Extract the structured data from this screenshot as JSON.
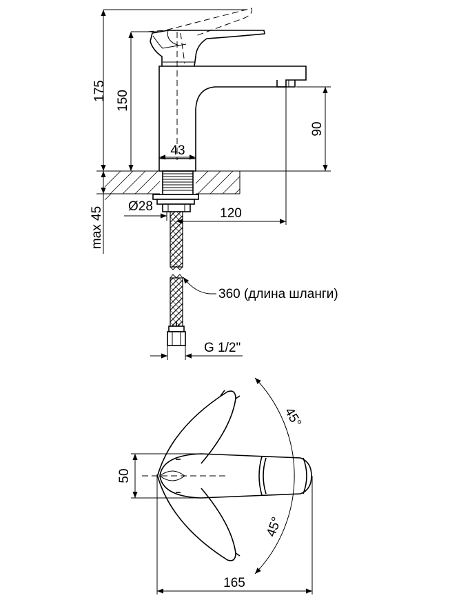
{
  "dimensions": {
    "height_total": "175",
    "height_spout": "150",
    "spout_clearance": "90",
    "body_width": "43",
    "mount_hole_diameter": "Ø28",
    "spout_reach": "120",
    "max_thickness": "max 45",
    "hose_length": "360 (длина шланги)",
    "thread": "G 1/2\"",
    "lever_width": "50",
    "overall_length": "165",
    "angle_top": "45°",
    "angle_bottom": "45°"
  }
}
